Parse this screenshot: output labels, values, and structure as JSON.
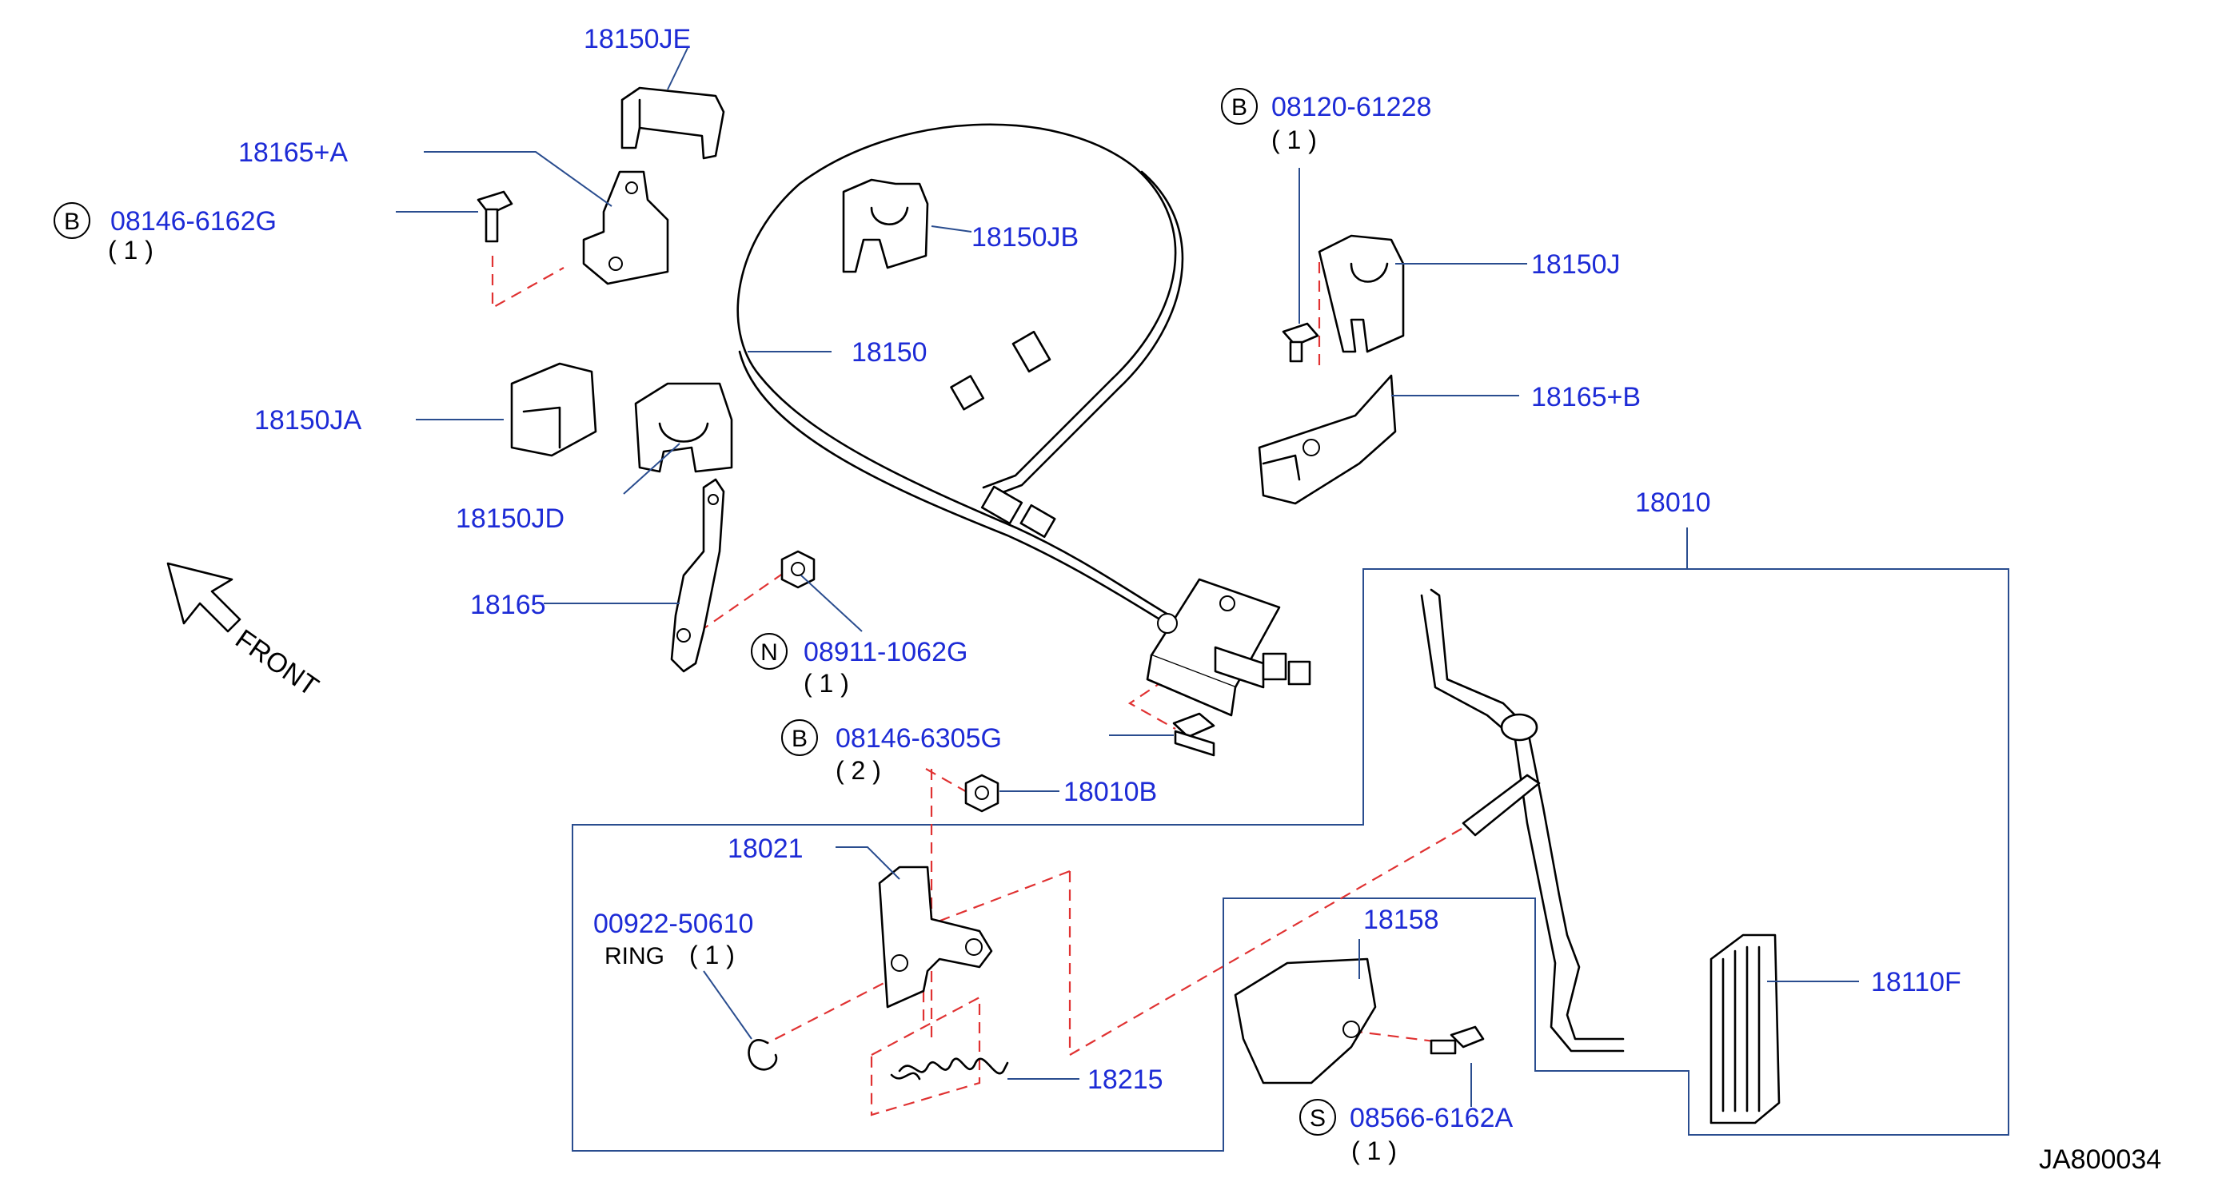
{
  "labels": {
    "p18150JE": "18150JE",
    "p18165A": "18165+A",
    "b1_code": "08146-6162G",
    "b1_qty": "( 1 )",
    "p18150JB": "18150JB",
    "p18150": "18150",
    "p18150JA": "18150JA",
    "p18150JD": "18150JD",
    "p18165": "18165",
    "n_code": "08911-1062G",
    "n_qty": "( 1 )",
    "b2_code": "08146-6305G",
    "b2_qty": "( 2 )",
    "p18010B": "18010B",
    "b3_code": "08120-61228",
    "b3_qty": "( 1 )",
    "p18150J": "18150J",
    "p18165B": "18165+B",
    "p18010": "18010",
    "p18021": "18021",
    "ring_code": "00922-50610",
    "ring_text": "RING",
    "ring_qty": "( 1 )",
    "p18158": "18158",
    "p18110F": "18110F",
    "p18215": "18215",
    "s_code": "08566-6162A",
    "s_qty": "( 1 )",
    "front": "FRONT",
    "diagram_code": "JA800034"
  },
  "markers": {
    "b1": "B",
    "b2": "B",
    "b3": "B",
    "n": "N",
    "s": "S"
  },
  "colors": {
    "label": "#1d2bd6",
    "leader": "#2a4d8f",
    "dashed": "#e03232"
  }
}
